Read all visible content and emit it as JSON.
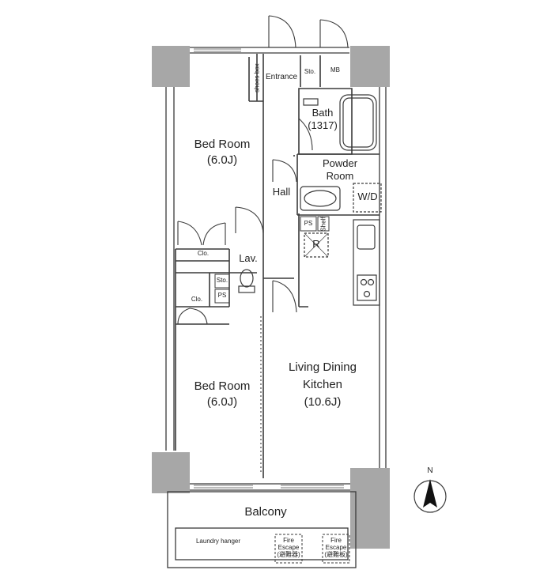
{
  "rooms": {
    "bedroom_top": {
      "name": "Bed Room",
      "size": "(6.0J)"
    },
    "bedroom_bottom": {
      "name": "Bed Room",
      "size": "(6.0J)"
    },
    "ldk": {
      "name": "Living Dining",
      "name2": "Kitchen",
      "size": "(10.6J)"
    },
    "bath": {
      "name": "Bath",
      "size": "(1317)"
    },
    "powder": {
      "name": "Powder",
      "name2": "Room"
    },
    "hall": "Hall",
    "entrance": "Entrance",
    "shoes_box": "shoes box",
    "sto_top": "Sto.",
    "mb": "MB",
    "wd": "W/D",
    "ps_top": "PS",
    "shelf": "Shelf",
    "r": "R",
    "clo_top": "Clo.",
    "lav": "Lav.",
    "sto_mid": "Sto.",
    "ps_mid": "PS",
    "clo_bottom": "Clo.",
    "balcony": "Balcony",
    "laundry": "Laundry hanger",
    "fire_left": {
      "line1": "Fire",
      "line2": "Escape",
      "line3": "(避難器)"
    },
    "fire_right": {
      "line1": "Fire",
      "line2": "Escape",
      "line3": "(避難板)"
    }
  },
  "compass": {
    "label": "N"
  },
  "colors": {
    "wall": "#9a9a9a",
    "line": "#3a3a3a",
    "grey_block": "#a7a7a7"
  }
}
